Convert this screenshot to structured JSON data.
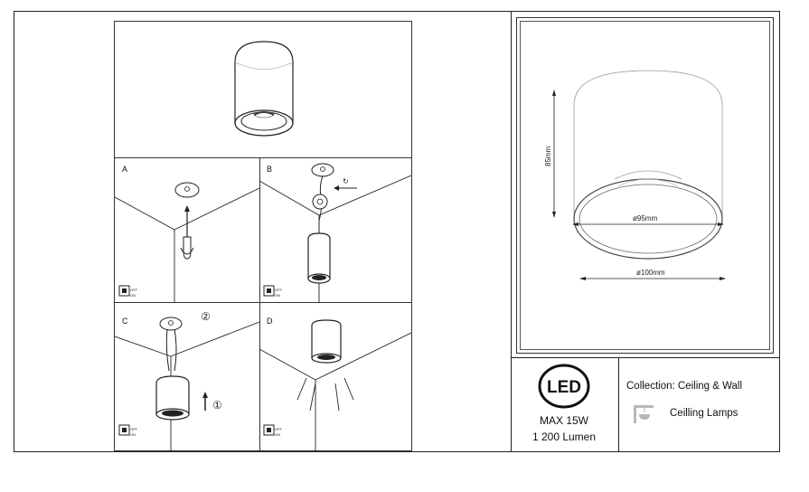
{
  "install_steps": {
    "step_a": {
      "letter": "A"
    },
    "step_b": {
      "letter": "B",
      "rotate_symbol": "↻"
    },
    "step_c": {
      "letter": "C",
      "marker_1": "①",
      "marker_2": "②"
    },
    "step_d": {
      "letter": "D"
    },
    "switch_label_off": "OFF",
    "switch_label_on": "ON"
  },
  "dimensions": {
    "height": "85mm",
    "inner_diameter": "ø95mm",
    "outer_diameter": "ø100mm"
  },
  "specs": {
    "led_badge": "LED",
    "power": "MAX 15W",
    "lumen": "1 200 Lumen"
  },
  "collection": {
    "label": "Collection: Ceiling & Wall",
    "category": "Ceilling Lamps",
    "category_icon": "ceiling-lamp-icon"
  },
  "colors": {
    "line": "#222222",
    "icon_gray": "#b8b8b8"
  }
}
